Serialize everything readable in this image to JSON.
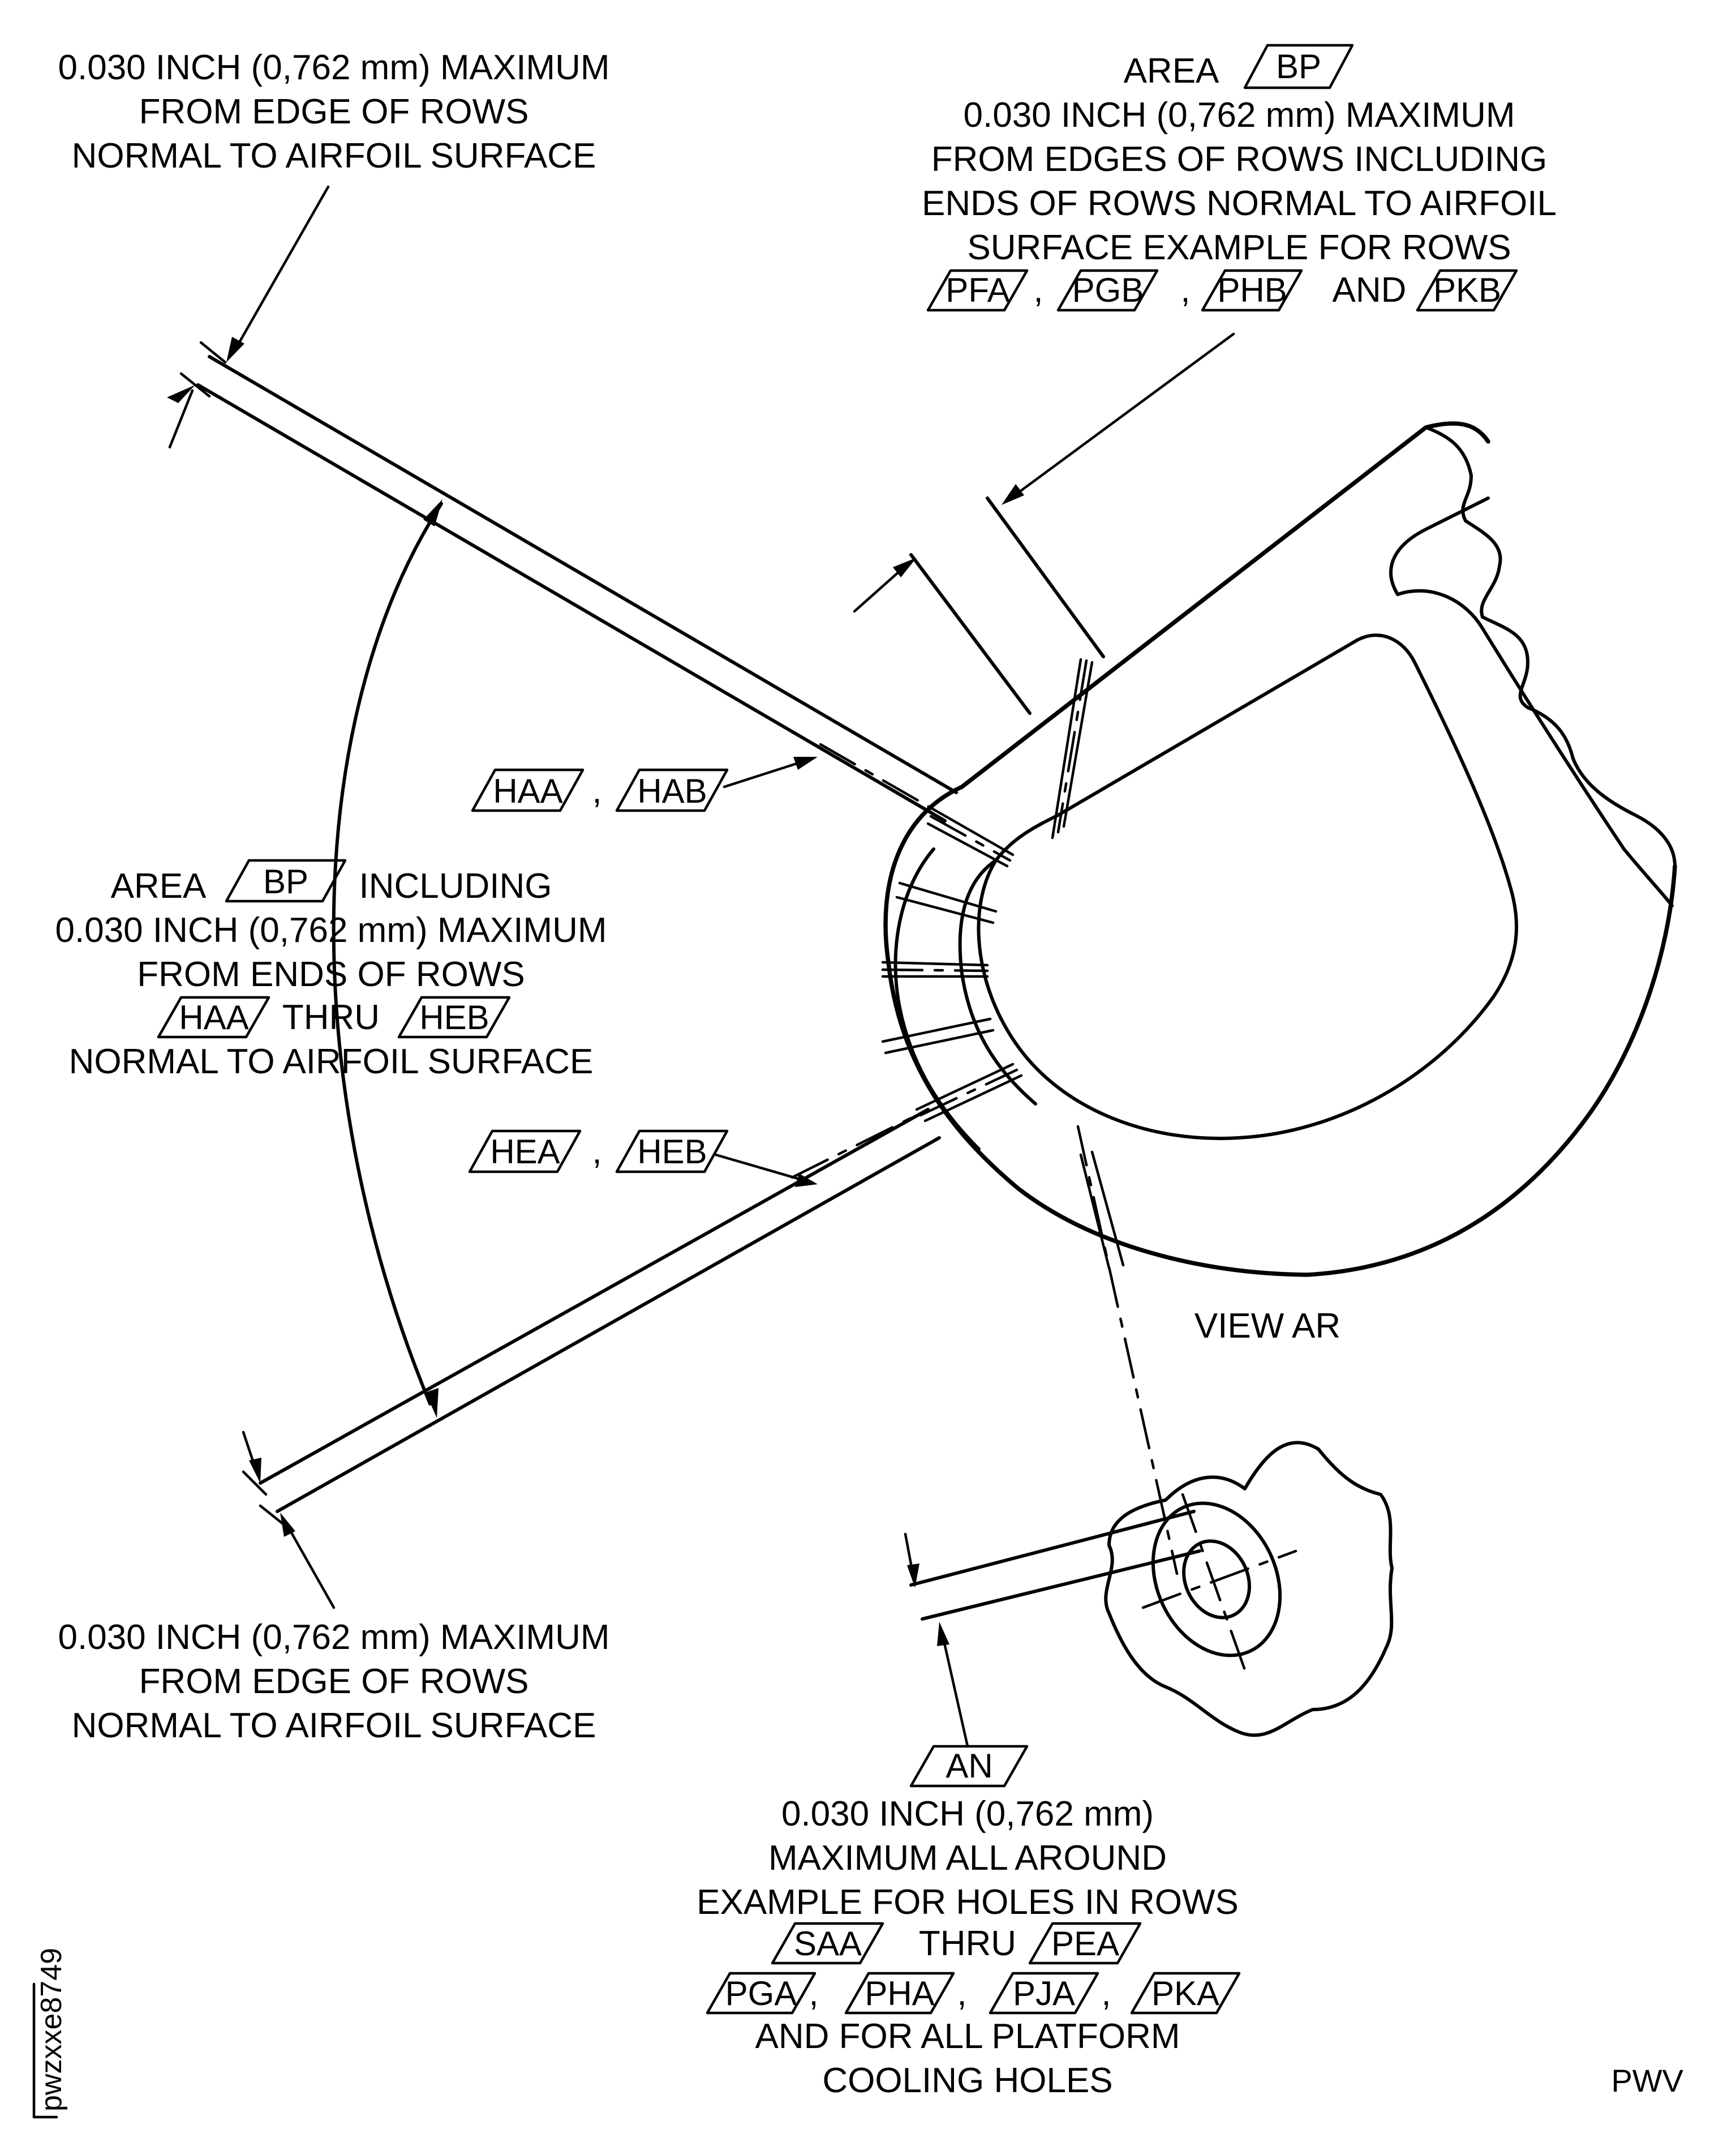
{
  "callouts": {
    "top_left": [
      "0.030 INCH (0,762 mm) MAXIMUM",
      "FROM EDGE OF ROWS",
      "NORMAL TO AIRFOIL SURFACE"
    ],
    "top_right": {
      "area_word": "AREA",
      "area_tag": "BP",
      "lines": [
        "0.030 INCH (0,762 mm) MAXIMUM",
        "FROM EDGES OF ROWS INCLUDING",
        "ENDS OF ROWS NORMAL TO AIRFOIL",
        "SURFACE EXAMPLE FOR ROWS"
      ],
      "row_tags": [
        "PFA",
        "PGB",
        "PHB",
        "PKB"
      ],
      "separators": [
        ",",
        ",",
        "AND"
      ]
    },
    "left_middle": {
      "area_word": "AREA",
      "area_tag": "BP",
      "including": "INCLUDING",
      "lines": [
        "0.030 INCH (0,762 mm) MAXIMUM",
        "FROM ENDS OF ROWS"
      ],
      "range_from": "HAA",
      "thru": "THRU",
      "range_to": "HEB",
      "last_line": "NORMAL TO AIRFOIL SURFACE"
    },
    "upper_rows": {
      "tags": [
        "HAA",
        "HAB"
      ],
      "separator": ","
    },
    "lower_rows": {
      "tags": [
        "HEA",
        "HEB"
      ],
      "separator": ","
    },
    "bottom_left": [
      "0.030 INCH (0,762 mm) MAXIMUM",
      "FROM EDGE OF ROWS",
      "NORMAL TO AIRFOIL SURFACE"
    ],
    "bottom_right": {
      "tag": "AN",
      "lines": [
        "0.030 INCH (0,762 mm)",
        "MAXIMUM ALL AROUND",
        "EXAMPLE FOR HOLES IN ROWS"
      ],
      "range_from": "SAA",
      "thru": "THRU",
      "range_to": "PEA",
      "row_tags": [
        "PGA",
        "PHA",
        "PJA",
        "PKA"
      ],
      "separators": [
        ",",
        ",",
        ","
      ],
      "end_lines": [
        "AND FOR ALL PLATFORM",
        "COOLING HOLES"
      ]
    }
  },
  "view_label": "VIEW AR",
  "figure_id": "pwzxxe8749",
  "publisher_mark": "PWV",
  "icons": {
    "tag_frame": "parallelogram-tag",
    "leader": "arrow-leader"
  }
}
